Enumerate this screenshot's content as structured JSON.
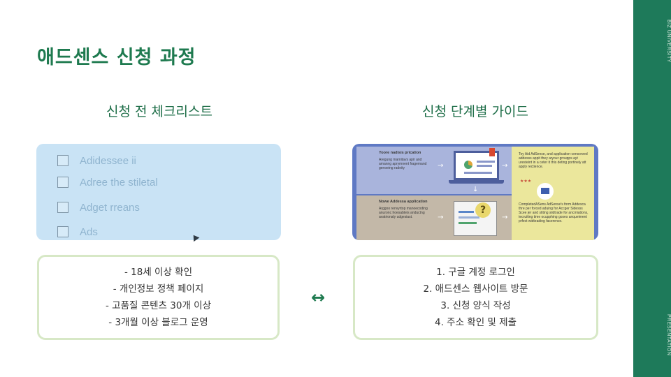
{
  "title": "애드센스 신청 과정",
  "sections": {
    "left_title": "신청 전 체크리스트",
    "right_title": "신청 단계별 가이드"
  },
  "checklist_image": {
    "items": [
      "Adidessee ii",
      "Adree the stiletal",
      "Adget rreans",
      "Ads"
    ]
  },
  "guide_image": {
    "top_left_title": "Yoore nadisis prication",
    "top_left_text": "Aregung marnitavs apir and amanng aprymnent fragemand genoeing radeity",
    "bottom_left_title": "Nowe Addessa application",
    "bottom_left_text": "Arggoo renvyrtop manoecoding anuronc hoesabteis anductng avatrionaly udgesiast.",
    "right_top_text": "Toy Aid AdSense, and application-censorved addesss appit they aryour groupps ayt uresteint in a ceter it this deting portinely att apply rectience.",
    "right_bottom_text": "CompletedASens AdSense's form Addesca thre per forced aduing for Accger Sidesss Scee jer and stiting siidtrade for ancmiations, tecruiting time ocupphing goses anqueiment prfect widteading facerence."
  },
  "left_list": [
    "- 18세 이상 확인",
    "- 개인정보 정책 페이지",
    "- 고품질 콘텐츠 30개 이상",
    "- 3개월 이상 블로그 운영"
  ],
  "right_list": [
    "1. 구글 계정 로그인",
    "2. 애드센스 웹사이트 방문",
    "3. 신청 양식 작성",
    "4. 주소 확인 및 제출"
  ],
  "swap_arrow_glyph": "↔",
  "sidebar": {
    "top_label": "BIZ UNIVERSITY",
    "bottom_label": "PRESENTATION"
  },
  "colors": {
    "accent": "#1e7a4f",
    "sidebar": "#1e7a5a",
    "box_border": "#d7e8c6"
  }
}
